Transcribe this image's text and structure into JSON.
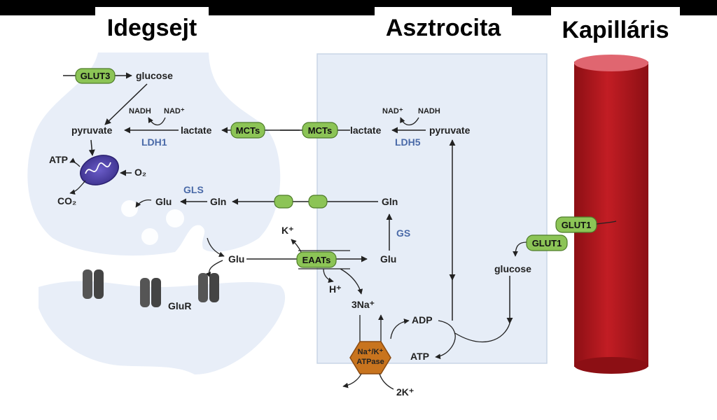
{
  "headers": {
    "neuron": "Idegsejt",
    "astrocyte": "Asztrocita",
    "capillary": "Kapilláris"
  },
  "colors": {
    "cytoplasm": "#e8eef8",
    "astrocyte": "#e6edf7",
    "transporter": "#8cc456",
    "vessel": "#b5161c",
    "enzyme_text": "#4a6aa8",
    "atpase": "#c8741e",
    "mitochondrion": "#4b3fa3"
  },
  "neuron": {
    "glut3": "GLUT3",
    "glucose": "glucose",
    "pyruvate": "pyruvate",
    "lactate": "lactate",
    "nadh": "NADH",
    "nad": "NAD⁺",
    "ldh1": "LDH1",
    "atp": "ATP",
    "o2": "O₂",
    "co2": "CO₂",
    "glu": "Glu",
    "gln": "Gln",
    "gls": "GLS",
    "glu_cleft": "Glu",
    "glur": "GluR",
    "kplus": "K⁺",
    "hplus": "H⁺"
  },
  "astrocyte": {
    "mcts_neuron": "MCTs",
    "mcts_astro": "MCTs",
    "lactate": "lactate",
    "pyruvate": "pyruvate",
    "nad": "NAD⁺",
    "nadh": "NADH",
    "ldh5": "LDH5",
    "gln": "Gln",
    "gs": "GS",
    "glu": "Glu",
    "eaats": "EAATs",
    "na3": "3Na⁺",
    "adp": "ADP",
    "atp": "ATP",
    "atpase_line1": "Na⁺/K⁺",
    "atpase_line2": "ATPase",
    "k2": "2K⁺",
    "glucose": "glucose"
  },
  "capillary": {
    "glut1_a": "GLUT1",
    "glut1_b": "GLUT1"
  }
}
